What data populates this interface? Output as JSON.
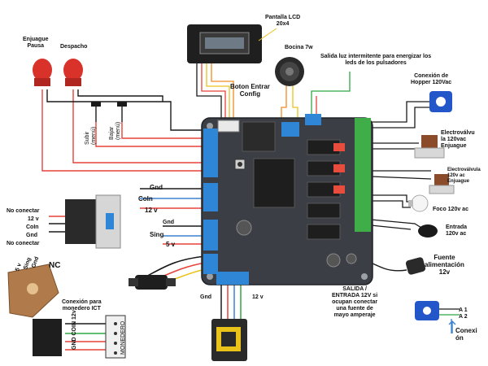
{
  "labels": {
    "enjuague_pausa": "Enjuague\nPausa",
    "despacho": "Despacho",
    "pantalla_lcd": "Pantalla LCD\n20x4",
    "bocina": "Bocina 7w",
    "salida_luz": "Salida luz intermitente para energizar los\nleds de los pulsadores",
    "conexion_hopper": "Conexión de\nHopper 120Vac",
    "boton_entrar": "Boton Entrar\nConfig",
    "subir": "Subir\n(menú)",
    "bajar": "Bajar\n(menú)",
    "electrovalvula_enjuague": "Electroválvu\nla 120vac\nEnjuague",
    "electrovalvula_2": "Electroválvula\n120v ac\nEnjuague",
    "foco": "Foco 120v ac",
    "entrada": "Entrada\n120v ac",
    "fuente": "Fuente\nalimentación\n12v",
    "gnd_top": "Gnd",
    "coin_top": "CoIn",
    "v12_top": "12 v",
    "gnd_mid": "Gnd",
    "sing": "Sing",
    "v5": "5 v",
    "no_conectar_1": "No conectar",
    "v12_side": "12 v",
    "coin_side": "CoIn",
    "gnd_side": "Gnd",
    "no_conectar_2": "No conectar",
    "v5_small": "5 v",
    "sing_small": "Sing",
    "gnd_small": "Gnd",
    "nc": "NC",
    "conexion_monedero": "Conexión para\nmonedero ICT",
    "gnd_coin_12v": "GND COIN 12v",
    "monedero": "MONEDERO",
    "gnd_bottom": "Gnd",
    "v12_bottom": "12 v",
    "salida_entrada": "SALIDA /\nENTRADA 12V si\nocupan conectar\nuna fuente de\nmayo amperaje",
    "a1": "A 1",
    "a2": "A 2",
    "conexion": "Conexi\nón"
  },
  "colors": {
    "board": "#3b3f45",
    "terminal_blue": "#2f86d6",
    "terminal_green": "#3fae49",
    "wire_red": "#e8413a",
    "wire_black": "#1a1a1a",
    "wire_blue": "#3b82d0",
    "wire_green": "#2fa845",
    "wire_orange": "#f08a24",
    "wire_yellow": "#e9c21a",
    "button_red": "#d9322b",
    "hopper_blue": "#2356c8"
  },
  "icons": [
    "lcd-icon",
    "speaker-icon",
    "push-button-icon",
    "hopper-icon",
    "solenoid-valve-icon",
    "light-bulb-icon",
    "plug-icon",
    "power-adapter-icon",
    "flow-sensor-icon",
    "coin-acceptor-icon",
    "bill-acceptor-icon"
  ]
}
